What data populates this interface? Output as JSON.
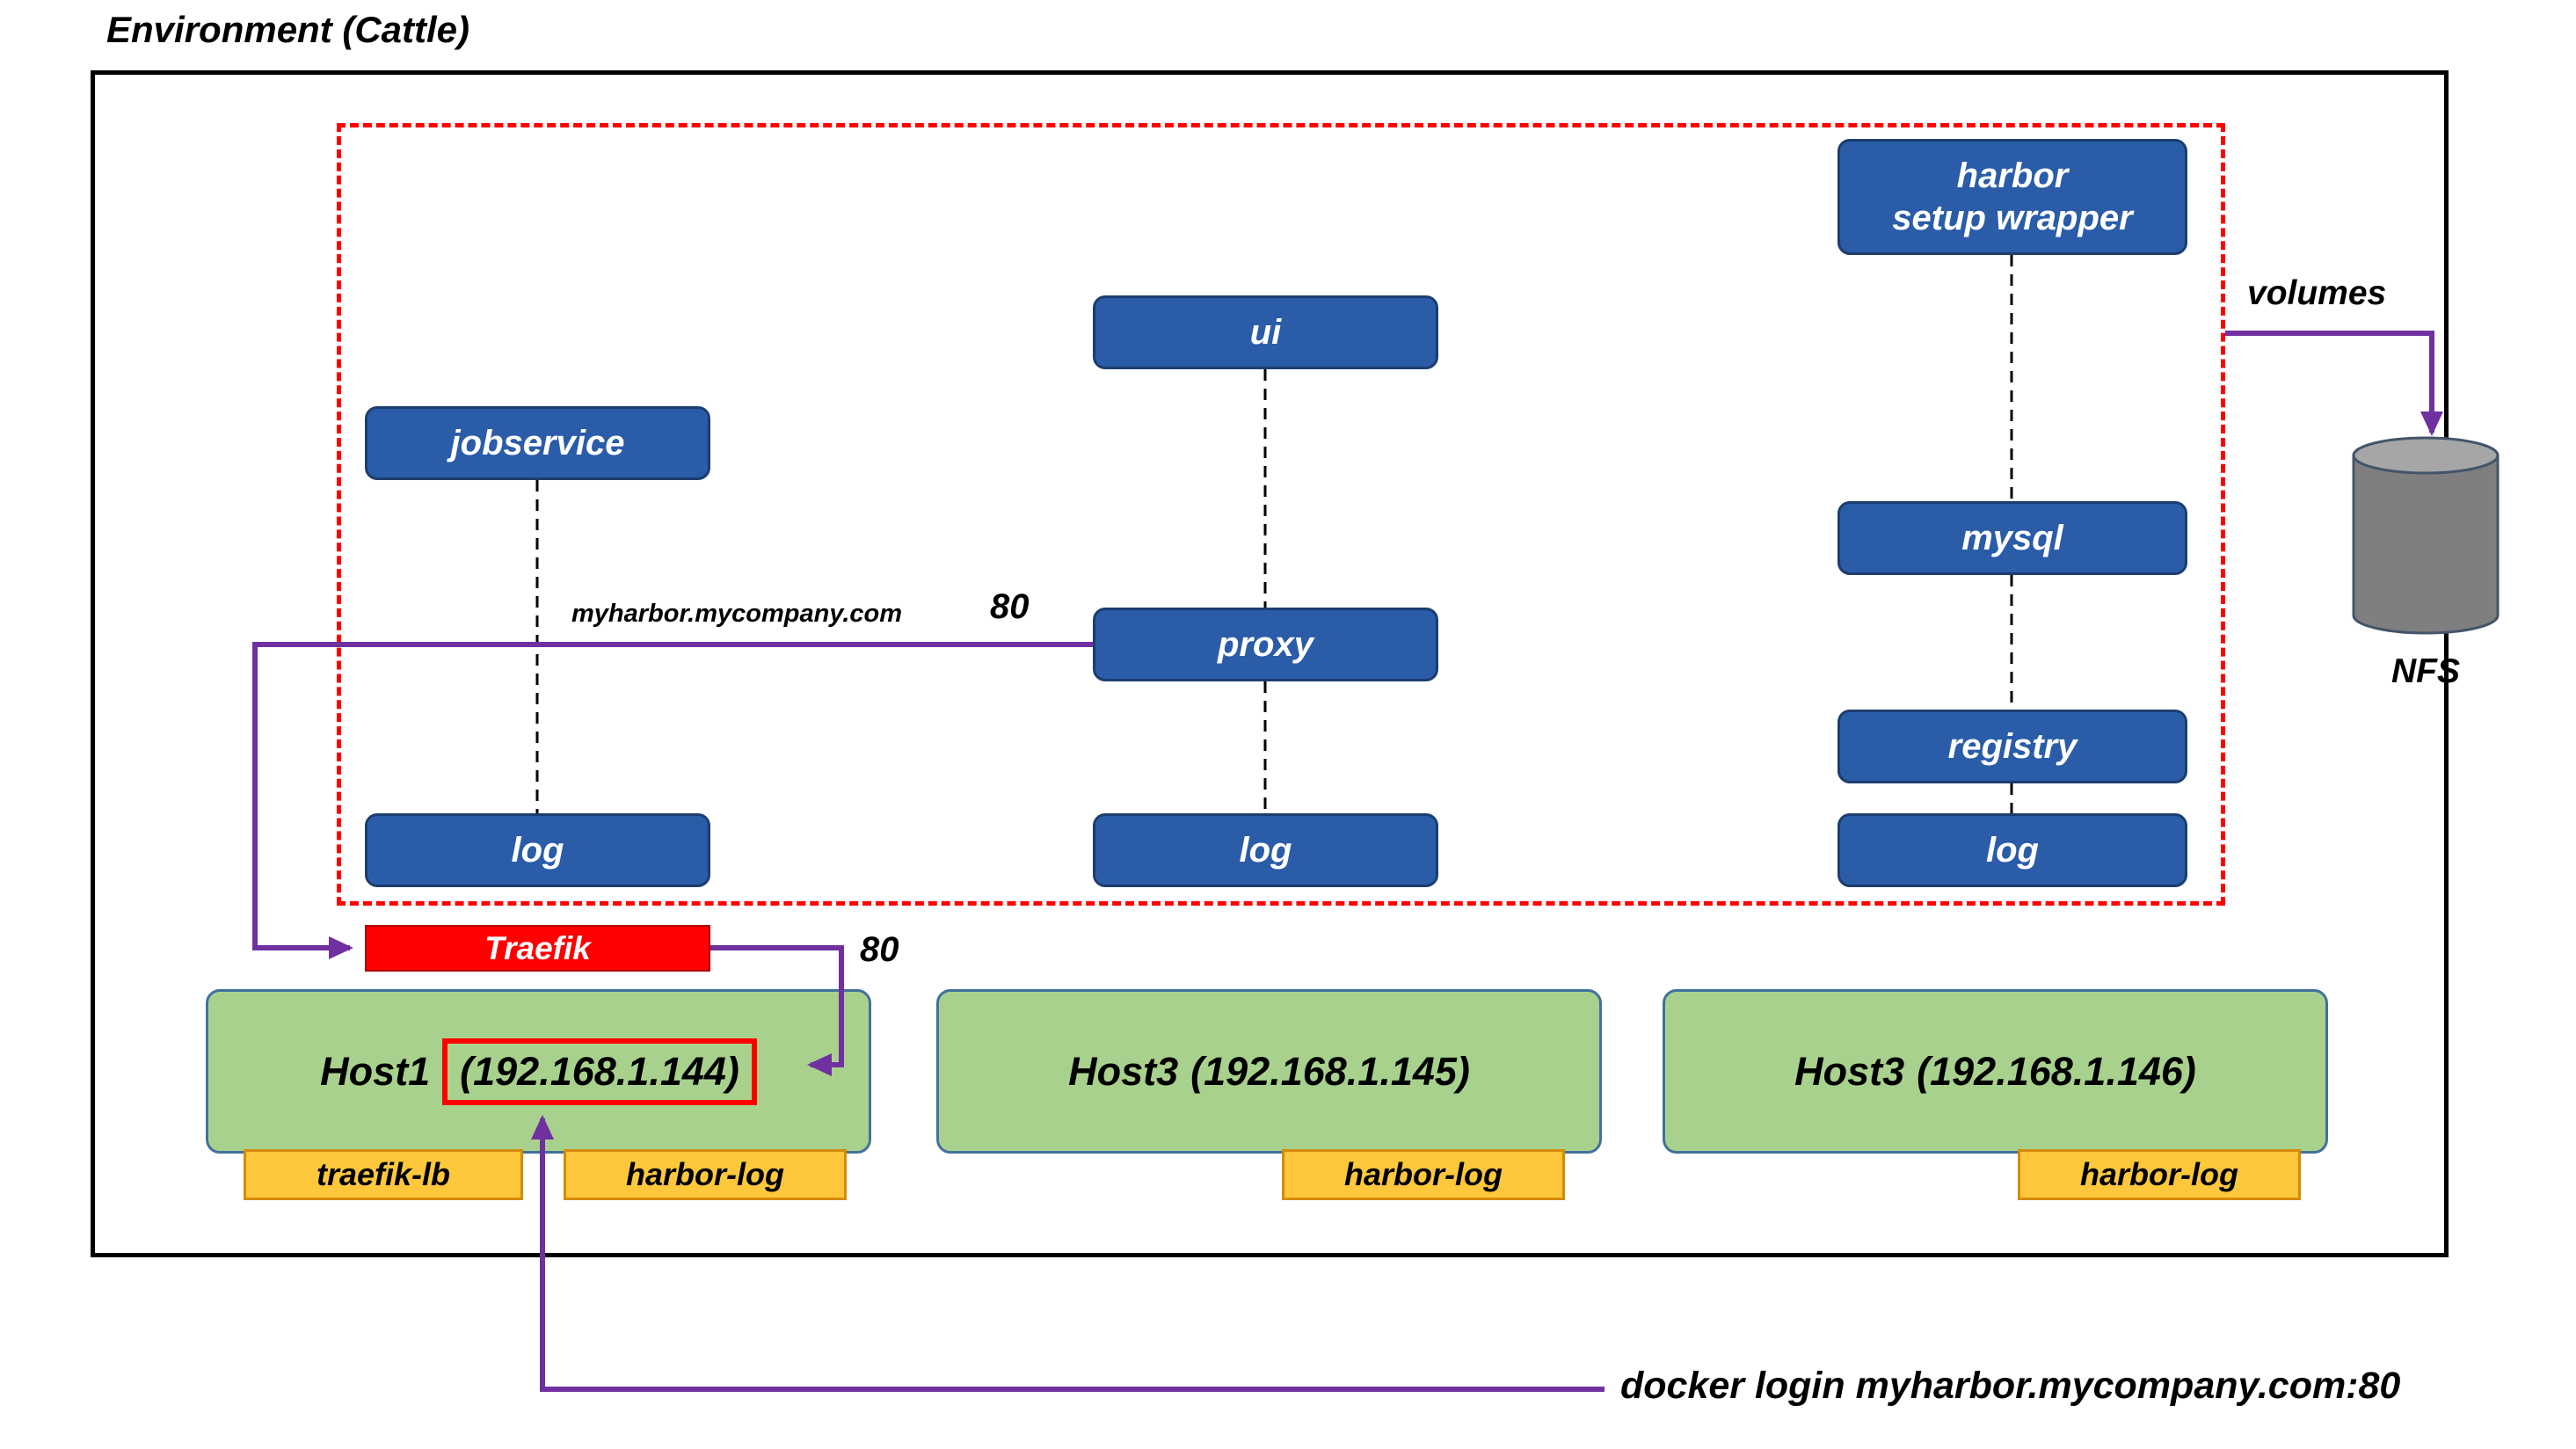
{
  "title": "Environment (Cattle)",
  "cluster": {
    "jobservice": "jobservice",
    "ui": "ui",
    "proxy": "proxy",
    "harbor_setup_wrapper": {
      "line1": "harbor",
      "line2": "setup wrapper"
    },
    "mysql": "mysql",
    "registry": "registry",
    "log_jobservice": "log",
    "log_proxy": "log",
    "log_registry": "log"
  },
  "storage": {
    "volumes_label": "volumes",
    "nfs_label": "NFS"
  },
  "routing": {
    "domain": "myharbor.mycompany.com",
    "proxy_port": "80",
    "traefik_label": "Traefik",
    "traefik_port": "80",
    "docker_login": "docker login myharbor.mycompany.com:80"
  },
  "hosts": [
    {
      "name": "Host1",
      "ip": "(192.168.1.144)",
      "tags": [
        "traefik-lb",
        "harbor-log"
      ]
    },
    {
      "name": "Host3",
      "ip": "(192.168.1.145)",
      "tags": [
        "harbor-log"
      ]
    },
    {
      "name": "Host3",
      "ip": "(192.168.1.146)",
      "tags": [
        "harbor-log"
      ]
    }
  ],
  "colors": {
    "service_fill": "#2A5CA8",
    "traefik_fill": "#FF0000",
    "host_fill": "#A9D18E",
    "tag_fill": "#FFC83C",
    "arrow_purple": "#7030A0",
    "boundary_red": "#FF0000",
    "nfs_body": "#7F7F7F",
    "nfs_top": "#A6A6A6"
  }
}
